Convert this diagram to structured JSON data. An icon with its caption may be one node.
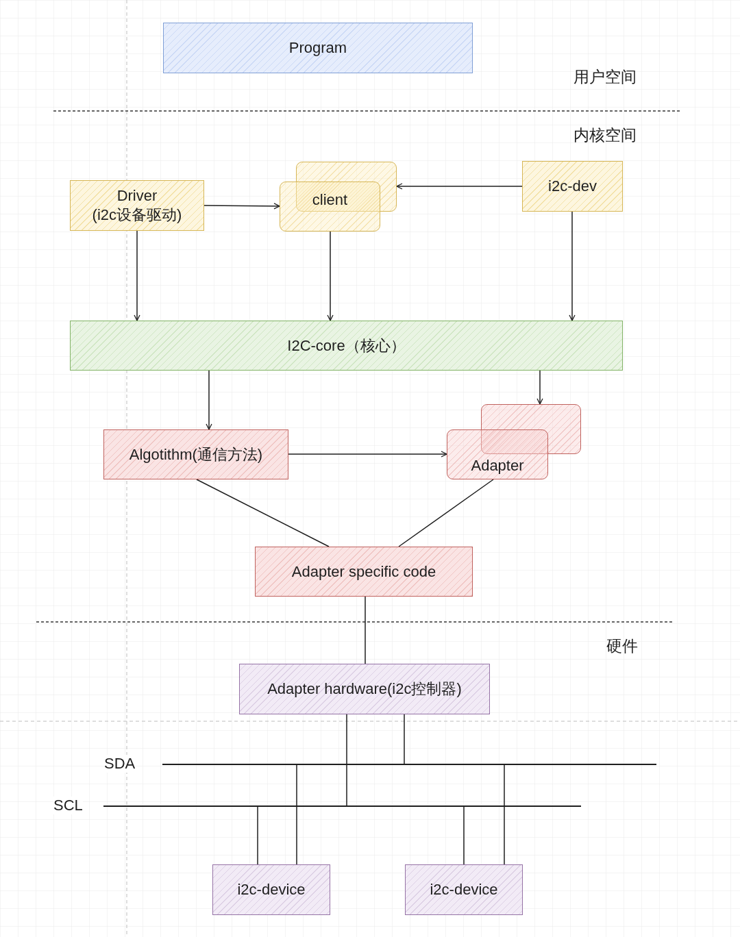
{
  "diagram": {
    "nodes": [
      {
        "text": [
          "Program"
        ]
      },
      {
        "text": [
          "Driver",
          "(i2c设备驱动)"
        ]
      },
      {
        "text": [],
        "shape": "box"
      },
      {
        "text": [
          "client"
        ]
      },
      {
        "text": [
          "i2c-dev"
        ]
      },
      {
        "text": [
          "I2C-core（核心）"
        ]
      },
      {
        "text": [
          "Algotithm(通信方法)"
        ]
      },
      {
        "text": [],
        "shape": "box"
      },
      {
        "text": [
          "Adapter"
        ]
      },
      {
        "text": [
          "Adapter specific code"
        ]
      },
      {
        "text": [
          "Adapter hardware(i2c控制器)"
        ]
      },
      {
        "text": [],
        "shape": "bar",
        "beside": [
          "SDA"
        ]
      },
      {
        "text": [],
        "shape": "bar",
        "beside": [
          "SCL"
        ]
      },
      {
        "text": [
          "i2c-device"
        ]
      },
      {
        "text": [
          "i2c-device"
        ]
      }
    ],
    "edges": [
      {
        "from": 1,
        "to": 3,
        "arrow": "to"
      },
      {
        "from": 4,
        "to": 2,
        "arrow": "to"
      },
      {
        "from": 1,
        "to": 5,
        "arrow": "to"
      },
      {
        "from": 3,
        "to": 5,
        "arrow": "to"
      },
      {
        "from": 4,
        "to": 5,
        "arrow": "to"
      },
      {
        "from": 5,
        "to": 6,
        "arrow": "to"
      },
      {
        "from": 5,
        "to": 7,
        "arrow": "to"
      },
      {
        "from": 6,
        "to": 8,
        "arrow": "to"
      },
      {
        "from": 6,
        "to": 9,
        "arrow": "none"
      },
      {
        "from": 8,
        "to": 9,
        "arrow": "none"
      },
      {
        "from": 9,
        "to": 10,
        "arrow": "none"
      },
      {
        "from": 10,
        "to": 12,
        "arrow": "none"
      },
      {
        "from": 10,
        "to": 11,
        "arrow": "none"
      },
      {
        "from": 12,
        "to": 13,
        "arrow": "none"
      },
      {
        "from": 11,
        "to": 13,
        "arrow": "none"
      },
      {
        "from": 12,
        "to": 14,
        "arrow": "none"
      },
      {
        "from": 11,
        "to": 14,
        "arrow": "none"
      }
    ],
    "labels": [
      "用户空间",
      "内核空间",
      "硬件"
    ]
  }
}
